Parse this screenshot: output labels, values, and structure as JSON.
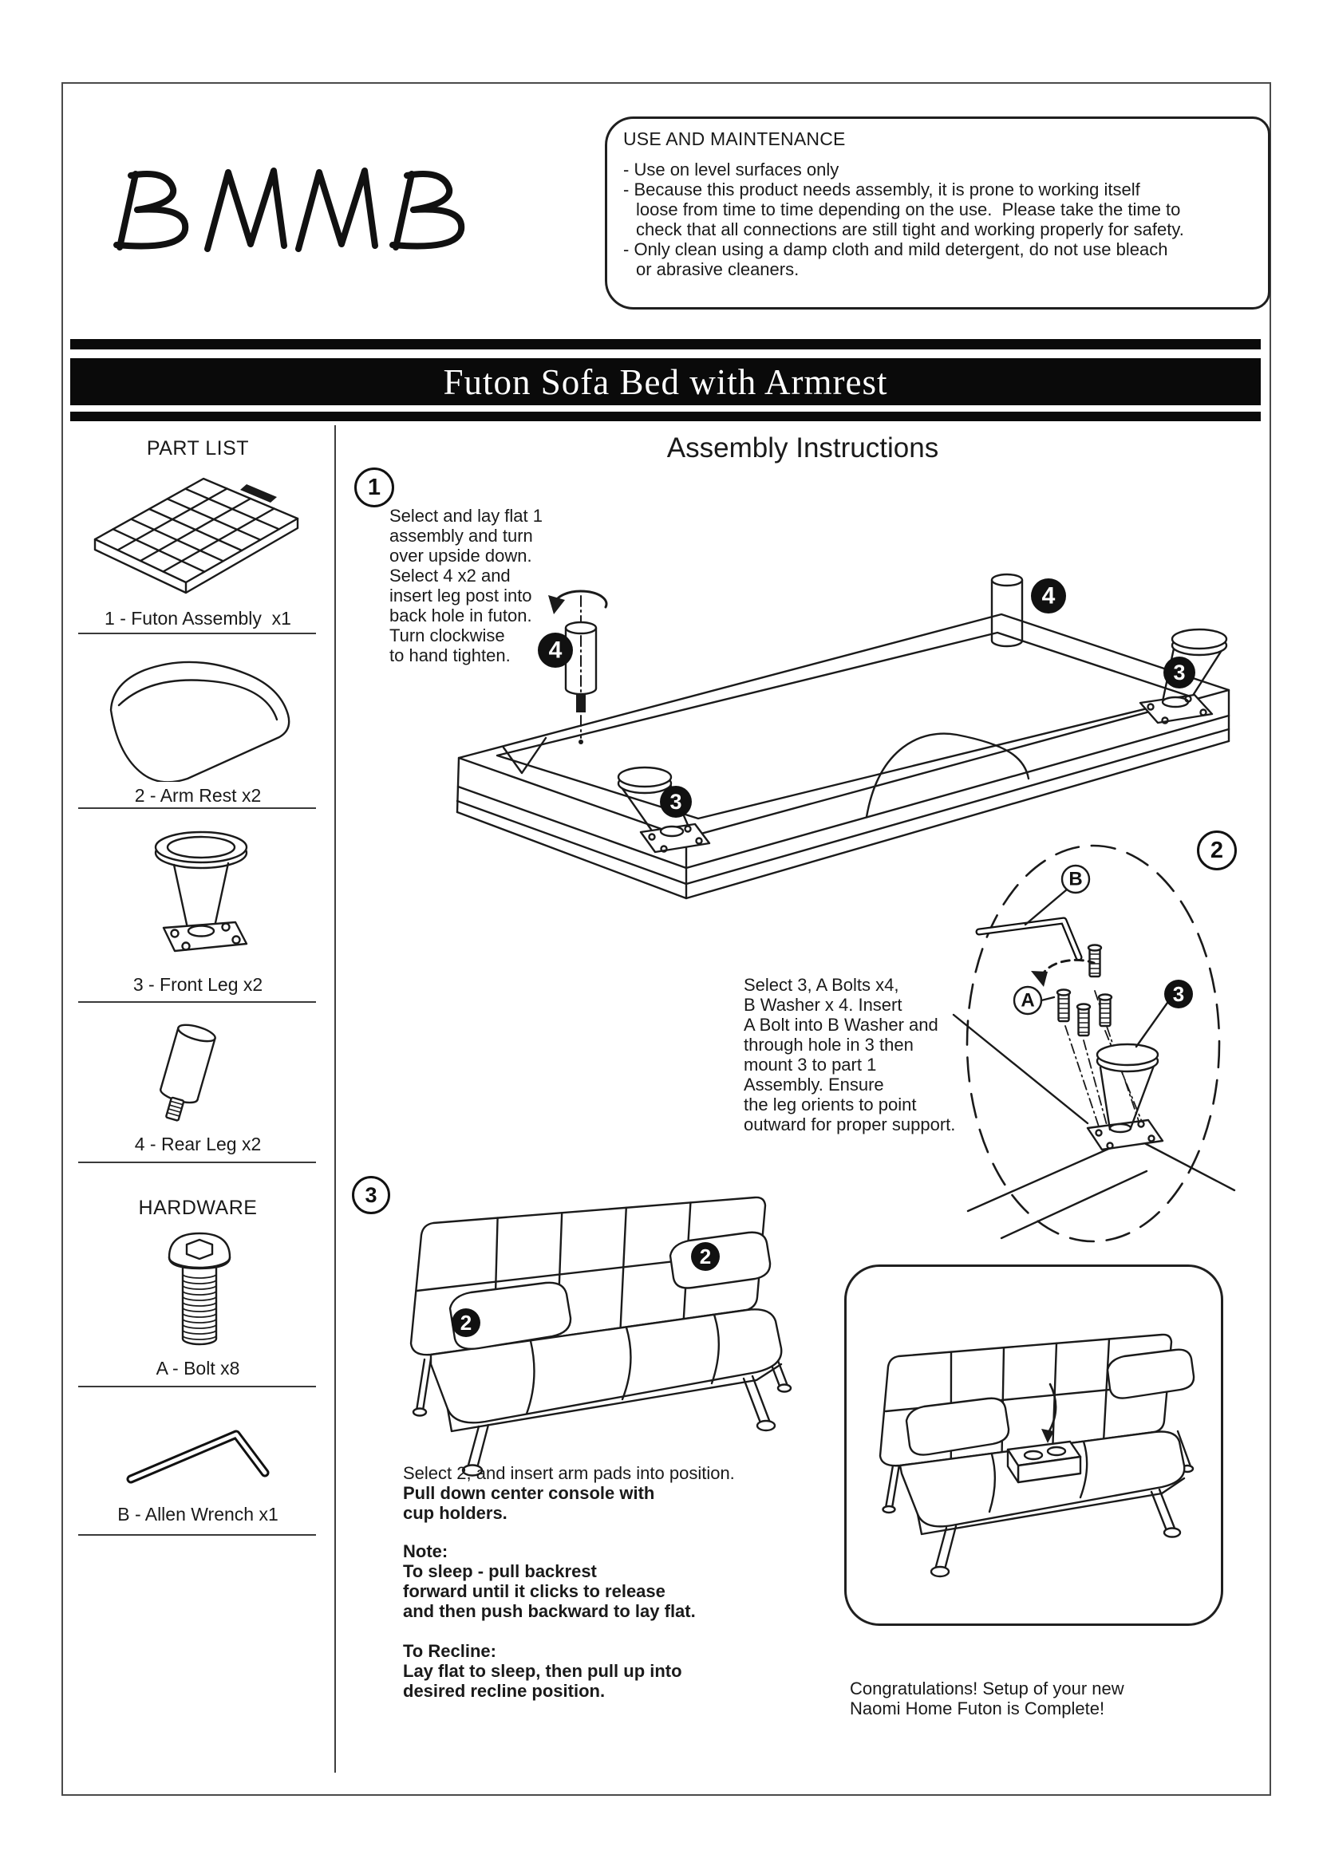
{
  "brand": {
    "logo_text": "BMMB"
  },
  "banner": {
    "title": "Futon Sofa Bed with Armrest"
  },
  "maintenance": {
    "title": "USE AND MAINTENANCE",
    "bullets": [
      "Use on level surfaces only",
      "Because this product needs assembly, it is prone to working itself\nloose from time to time depending on the use.  Please take the time to\ncheck that all connections are still tight and working properly for safety.",
      "Only clean using a damp cloth and mild detergent, do not use bleach\nor abrasive cleaners."
    ]
  },
  "sidebar": {
    "part_list_title": "PART LIST",
    "parts": [
      {
        "label": "1 - Futon Assembly  x1"
      },
      {
        "label": "2 - Arm Rest x2"
      },
      {
        "label": "3 - Front Leg x2"
      },
      {
        "label": "4 - Rear Leg x2"
      }
    ],
    "hardware_title": "HARDWARE",
    "hardware": [
      {
        "label": "A - Bolt x8"
      },
      {
        "label": "B - Allen Wrench x1"
      }
    ]
  },
  "main": {
    "title": "Assembly Instructions",
    "steps": [
      {
        "number": "1",
        "text": "Select and lay flat 1\nassembly and turn\nover upside down.\nSelect 4 x2 and\ninsert leg post into\nback hole in futon.\nTurn clockwise\nto hand tighten."
      },
      {
        "number": "2",
        "text": "Select 3, A Bolts x4,\nB Washer x 4. Insert\nA Bolt into B Washer and\nthrough hole in 3 then\nmount 3 to part 1\nAssembly. Ensure\nthe leg orients to point\noutward for proper support."
      },
      {
        "number": "3",
        "intro": "Select 2, and insert arm pads into position.",
        "console": "Pull down center console with\ncup holders.",
        "note": "Note:\nTo sleep - pull backrest\nforward until it clicks to release\nand then push backward to lay flat.",
        "recline": "To Recline:\nLay flat to sleep, then pull up into\ndesired recline position."
      }
    ],
    "congrats": "Congratulations! Setup of your new\nNaomi Home Futon is Complete!"
  },
  "diagram_labels": {
    "step1_badges": [
      "4",
      "4",
      "3",
      "3"
    ],
    "step2": {
      "letter_b": "B",
      "letter_a": "A",
      "badge": "3"
    },
    "step3_badges": [
      "2",
      "2"
    ]
  }
}
